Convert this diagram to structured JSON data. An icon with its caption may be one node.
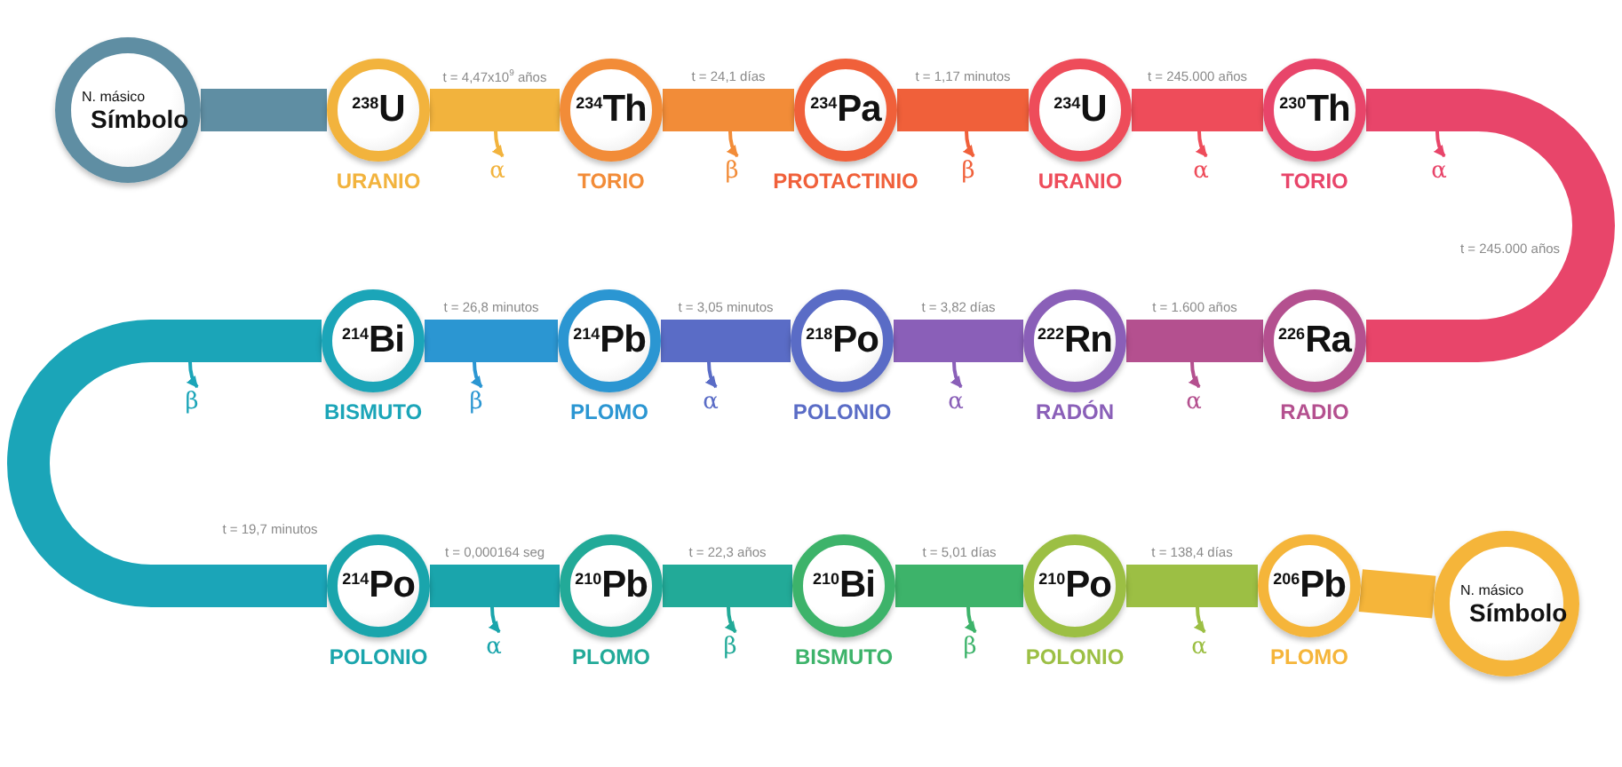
{
  "diagram": {
    "nodes": [
      {
        "text": [
          "N. másico",
          "Símbolo"
        ]
      },
      {
        "text": [
          "$^{238}$U"
        ],
        "beside": [
          "URANIO"
        ]
      },
      {
        "text": [
          "$^{234}$Th"
        ],
        "beside": [
          "TORIO"
        ]
      },
      {
        "text": [
          "$^{234}$Pa"
        ],
        "beside": [
          "PROTACTINIO"
        ]
      },
      {
        "text": [
          "$^{234}$U"
        ],
        "beside": [
          "URANIO"
        ]
      },
      {
        "text": [
          "$^{230}$Th"
        ],
        "beside": [
          "TORIO"
        ]
      },
      {
        "text": [
          "$^{214}$Bi"
        ],
        "beside": [
          "BISMUTO"
        ]
      },
      {
        "text": [
          "$^{214}$Pb"
        ],
        "beside": [
          "PLOMO"
        ]
      },
      {
        "text": [
          "$^{218}$Po"
        ],
        "beside": [
          "POLONIO"
        ]
      },
      {
        "text": [
          "$^{222}$Rn"
        ],
        "beside": [
          "RADÓN"
        ]
      },
      {
        "text": [
          "$^{226}$Ra"
        ],
        "beside": [
          "RADIO"
        ]
      },
      {
        "text": [
          "$^{214}$Po"
        ],
        "beside": [
          "POLONIO"
        ]
      },
      {
        "text": [
          "$^{210}$Pb"
        ],
        "beside": [
          "PLOMO"
        ]
      },
      {
        "text": [
          "$^{210}$Bi"
        ],
        "beside": [
          "BISMUTO"
        ]
      },
      {
        "text": [
          "$^{210}$Po"
        ],
        "beside": [
          "POLONIO"
        ]
      },
      {
        "text": [
          "$^{206}$Pb"
        ],
        "beside": [
          "PLOMO"
        ]
      },
      {
        "text": [
          "N. másico",
          "Símbolo"
        ]
      },
      {
        "text": [
          "α"
        ]
      },
      {
        "text": [
          "β"
        ]
      },
      {
        "text": [
          "β"
        ]
      },
      {
        "text": [
          "α"
        ]
      },
      {
        "text": [
          "α"
        ]
      },
      {
        "text": [
          "β"
        ]
      },
      {
        "text": [
          "β"
        ]
      },
      {
        "text": [
          "α"
        ]
      },
      {
        "text": [
          "α"
        ]
      },
      {
        "text": [
          "α"
        ]
      },
      {
        "text": [
          "α"
        ]
      },
      {
        "text": [
          "β"
        ]
      },
      {
        "text": [
          "β"
        ]
      },
      {
        "text": [
          "α"
        ]
      }
    ],
    "edges": [
      {
        "from": 0,
        "to": 1,
        "arrow": "none",
        "color": "#5f8ea3"
      },
      {
        "from": 1,
        "to": 2,
        "arrow": "none",
        "color": "#f2b33d",
        "label": "t = 4,47x10$^{9}$ años"
      },
      {
        "from": 2,
        "to": 3,
        "arrow": "none",
        "color": "#f28c38",
        "label": "t = 24,1 días"
      },
      {
        "from": 3,
        "to": 4,
        "arrow": "none",
        "color": "#f0603a",
        "label": "t = 1,17 minutos"
      },
      {
        "from": 4,
        "to": 5,
        "arrow": "none",
        "color": "#ee4c5a",
        "label": "t = 245.000 años"
      },
      {
        "from": 5,
        "to": 10,
        "arrow": "none",
        "color": "#e8456a",
        "label": "t = 245.000 años"
      },
      {
        "from": 10,
        "to": 9,
        "arrow": "none",
        "color": "#b4508f",
        "label": "t = 1.600 años"
      },
      {
        "from": 9,
        "to": 8,
        "arrow": "none",
        "color": "#8a5fb8",
        "label": "t = 3,82 días"
      },
      {
        "from": 8,
        "to": 7,
        "arrow": "none",
        "color": "#5a6cc6",
        "label": "t = 3,05 minutos"
      },
      {
        "from": 7,
        "to": 6,
        "arrow": "none",
        "color": "#2b96d2",
        "label": "t = 26,8 minutos"
      },
      {
        "from": 6,
        "to": 11,
        "arrow": "none",
        "color": "#1ba5b8",
        "label": "t = 19,7 minutos"
      },
      {
        "from": 11,
        "to": 12,
        "arrow": "none",
        "color": "#1aa5ac",
        "label": "t = 0,000164 seg"
      },
      {
        "from": 12,
        "to": 13,
        "arrow": "none",
        "color": "#22aa98",
        "label": "t = 22,3 años"
      },
      {
        "from": 13,
        "to": 14,
        "arrow": "none",
        "color": "#3db36a",
        "label": "t = 5,01 días"
      },
      {
        "from": 14,
        "to": 15,
        "arrow": "none",
        "color": "#9cbf44",
        "label": "t = 138,4 días"
      },
      {
        "from": 15,
        "to": 16,
        "arrow": "none",
        "color": "#f5b53a"
      },
      {
        "from": null,
        "to": 17,
        "arrow": "to",
        "color": "#f2b33d"
      },
      {
        "from": null,
        "to": 18,
        "arrow": "to",
        "color": "#f28c38"
      },
      {
        "from": null,
        "to": 19,
        "arrow": "to",
        "color": "#f0603a"
      },
      {
        "from": null,
        "to": 20,
        "arrow": "to",
        "color": "#ee4c5a"
      },
      {
        "from": null,
        "to": 21,
        "arrow": "to",
        "color": "#e8456a"
      },
      {
        "from": null,
        "to": 22,
        "arrow": "to",
        "color": "#1ba5b8"
      },
      {
        "from": null,
        "to": 23,
        "arrow": "to",
        "color": "#2b96d2"
      },
      {
        "from": null,
        "to": 24,
        "arrow": "to",
        "color": "#5a6cc6"
      },
      {
        "from": null,
        "to": 25,
        "arrow": "to",
        "color": "#8a5fb8"
      },
      {
        "from": null,
        "to": 26,
        "arrow": "to",
        "color": "#b4508f"
      },
      {
        "from": null,
        "to": 27,
        "arrow": "to",
        "color": "#1aa5ac"
      },
      {
        "from": null,
        "to": 28,
        "arrow": "to",
        "color": "#22aa98"
      },
      {
        "from": null,
        "to": 29,
        "arrow": "to",
        "color": "#3db36a"
      },
      {
        "from": null,
        "to": 30,
        "arrow": "to",
        "color": "#9cbf44"
      }
    ]
  }
}
